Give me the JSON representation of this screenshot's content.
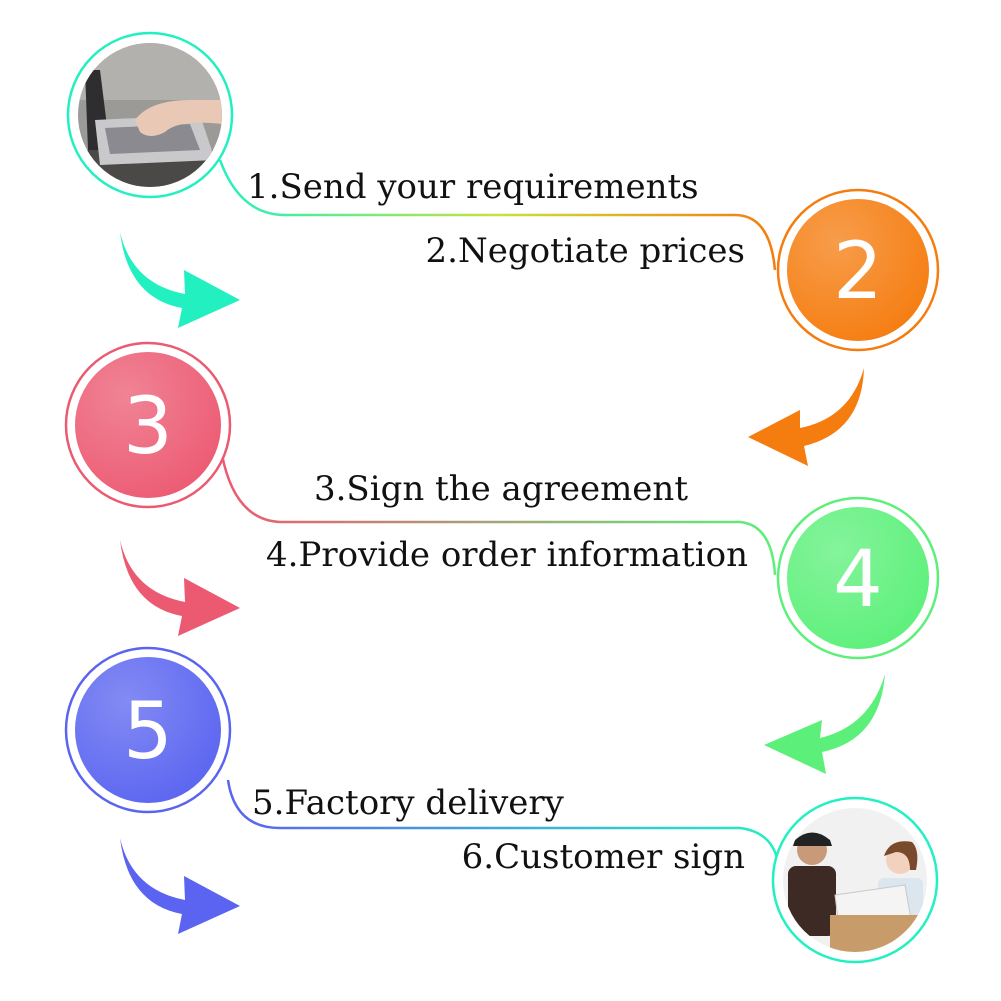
{
  "steps": {
    "s1": {
      "label": "1.Send your requirements"
    },
    "s2": {
      "label": "2.Negotiate prices",
      "number": "2",
      "color": "#f57c0f"
    },
    "s3": {
      "label": "3.Sign the agreement",
      "number": "3",
      "color": "#ec5a72"
    },
    "s4": {
      "label": "4.Provide order information",
      "number": "4",
      "color": "#5cf07a"
    },
    "s5": {
      "label": "5.Factory delivery",
      "number": "5",
      "color": "#5a64f0"
    },
    "s6": {
      "label": "6.Customer sign"
    }
  },
  "icons": {
    "photo1": "laptop-typing-photo",
    "photo6": "courier-delivery-photo"
  },
  "colors": {
    "teal": "#22f0c0",
    "orange": "#f57c0f",
    "pink": "#ec5a72",
    "green": "#5cf07a",
    "blue": "#5a64f0"
  }
}
